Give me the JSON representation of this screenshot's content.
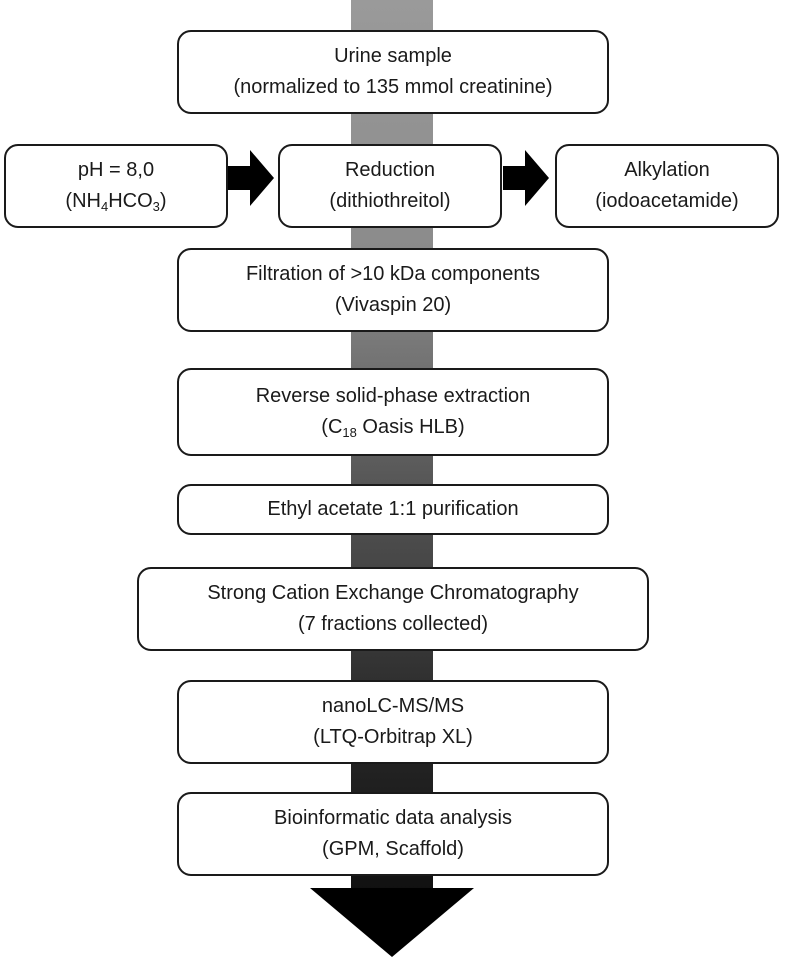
{
  "steps": {
    "urine": {
      "line1": "Urine sample",
      "line2": "(normalized to 135 mmol creatinine)"
    },
    "ph": {
      "line1": "pH = 8,0",
      "line2_pre": "(NH",
      "line2_sub1": "4",
      "line2_mid": "HCO",
      "line2_sub2": "3",
      "line2_post": ")"
    },
    "reduction": {
      "line1": "Reduction",
      "line2": "(dithiothreitol)"
    },
    "alkylation": {
      "line1": "Alkylation",
      "line2": "(iodoacetamide)"
    },
    "filtration": {
      "line1": "Filtration of >10 kDa components",
      "line2": "(Vivaspin 20)"
    },
    "spe": {
      "line1": "Reverse solid-phase extraction",
      "line2_pre": "(C",
      "line2_sub": "18",
      "line2_post": " Oasis HLB)"
    },
    "ethyl": {
      "line1": "Ethyl acetate 1:1 purification"
    },
    "scx": {
      "line1": "Strong Cation Exchange Chromatography",
      "line2": "(7 fractions collected)"
    },
    "nanolc": {
      "line1": "nanoLC-MS/MS",
      "line2": "(LTQ-Orbitrap XL)"
    },
    "bioinfo": {
      "line1": "Bioinformatic data analysis",
      "line2": "(GPM, Scaffold)"
    }
  },
  "colors": {
    "border": "#1a1a1a",
    "arrow": "#000000",
    "spine_top": "#9a9a9a",
    "spine_bottom": "#111111"
  }
}
